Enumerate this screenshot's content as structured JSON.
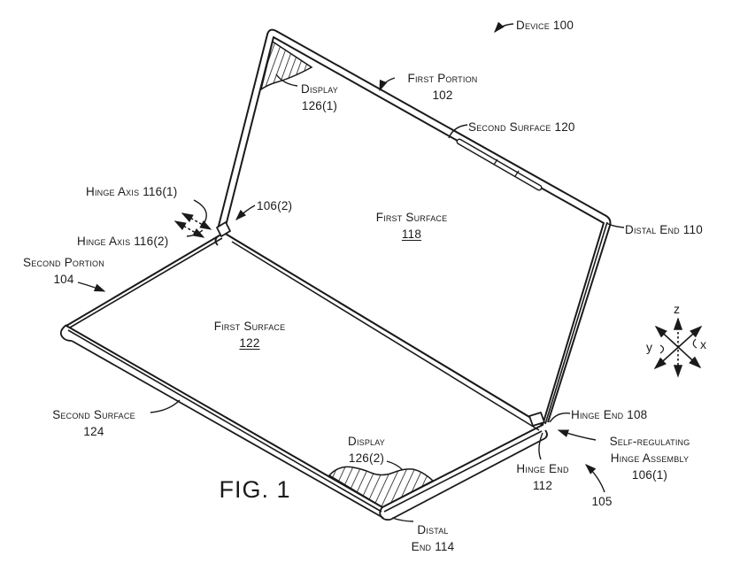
{
  "figure": {
    "caption": "FIG. 1",
    "description": "Patent-style line drawing of foldable device 100 with self-regulating hinge assembly"
  },
  "labels": {
    "device": [
      "Device 100"
    ],
    "first_portion": [
      "First Portion",
      "102"
    ],
    "display_1": [
      "Display",
      "126(1)"
    ],
    "second_surface_120": [
      "Second Surface 120"
    ],
    "hinge_axis_1": [
      "Hinge Axis 116(1)"
    ],
    "hinge_axis_2": [
      "Hinge Axis 116(2)"
    ],
    "ref_106_2": [
      "106(2)"
    ],
    "first_surface_118": [
      "First Surface",
      "118"
    ],
    "distal_end_110": [
      "Distal End 110"
    ],
    "second_portion": [
      "Second Portion",
      "104"
    ],
    "first_surface_122": [
      "First Surface",
      "122"
    ],
    "second_surface_124": [
      "Second Surface",
      "124"
    ],
    "display_2": [
      "Display",
      "126(2)"
    ],
    "fig": [
      "FIG. 1"
    ],
    "distal_end_114": [
      "Distal",
      "End 114"
    ],
    "hinge_end_112": [
      "Hinge End",
      "112"
    ],
    "hinge_end_108": [
      "Hinge End 108"
    ],
    "hinge_assembly": [
      "Self-regulating",
      "Hinge Assembly",
      "106(1)"
    ],
    "ref_105": [
      "105"
    ]
  },
  "axes": {
    "z": "z",
    "y": "y",
    "x": "x"
  },
  "colors": {
    "ink": "#1a1a1a",
    "background": "#ffffff"
  }
}
